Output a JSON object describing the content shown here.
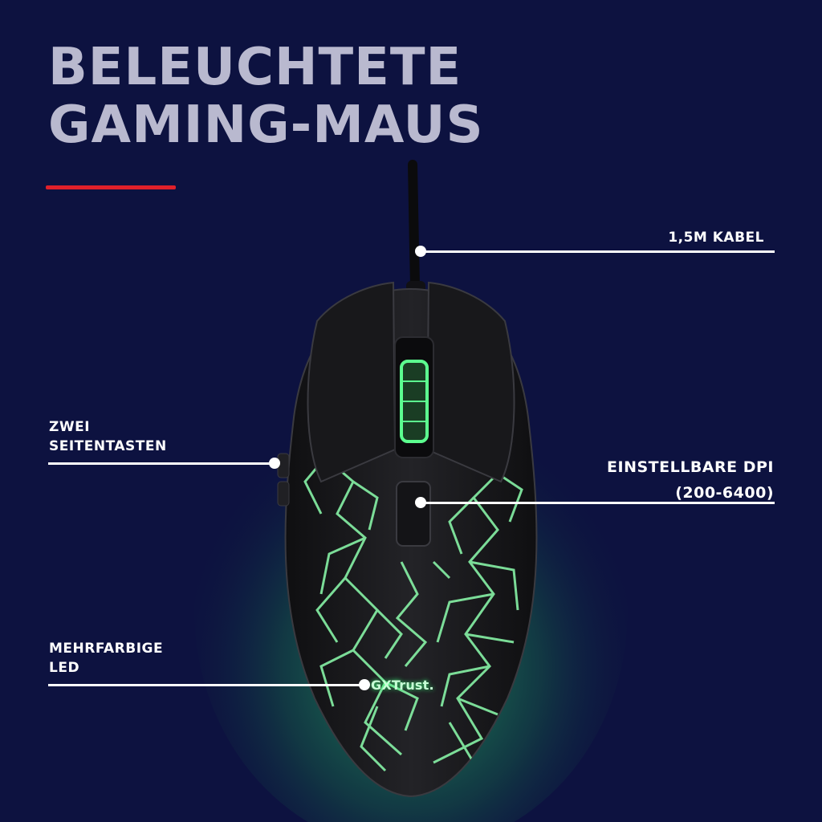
{
  "headline": {
    "line1": "BELEUCHTETE",
    "line2": "GAMING-MAUS"
  },
  "callouts": {
    "cable": {
      "label": "1,5M KABEL"
    },
    "side_buttons": {
      "line1": "ZWEI",
      "line2": "SEITENTASTEN"
    },
    "dpi": {
      "line1": "EINSTELLBARE DPI",
      "line2": "(200-6400)"
    },
    "led": {
      "line1": "MEHRFARBIGE",
      "line2": "LED"
    }
  },
  "product": {
    "brand_logo": "GXTrust."
  },
  "colors": {
    "background": "#0d1240",
    "headline": "#b9b9cf",
    "accent": "#e0202a",
    "led_glow": "#38ff7a",
    "mouse_body": "#1c1c1f"
  },
  "icons": {
    "mouse": "gaming-mouse-illustration"
  }
}
